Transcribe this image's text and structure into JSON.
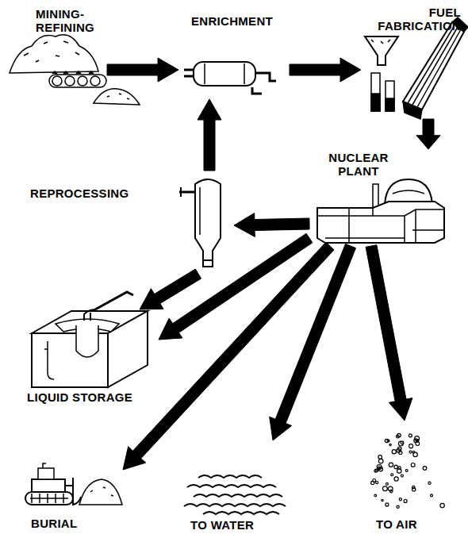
{
  "diagram": {
    "nodes": [
      {
        "text": [
          "MINING- REFINING"
        ]
      },
      {
        "text": [
          "ENRICHMENT"
        ]
      },
      {
        "text": [
          "FUEL FABRICATION"
        ]
      },
      {
        "text": [
          "NUCLEAR PLANT"
        ]
      },
      {
        "text": [
          "REPROCESSING"
        ]
      },
      {
        "text": [
          "LIQUID STORAGE"
        ]
      },
      {
        "text": [
          "BURIAL"
        ]
      },
      {
        "text": [
          "TO WATER"
        ]
      },
      {
        "text": [
          "TO AIR"
        ]
      }
    ],
    "edges": [
      {
        "from": 0,
        "to": 1,
        "arrow": "to"
      },
      {
        "from": 1,
        "to": 2,
        "arrow": "to"
      },
      {
        "from": 2,
        "to": 3,
        "arrow": "to"
      },
      {
        "from": 3,
        "to": 4,
        "arrow": "to"
      },
      {
        "from": 4,
        "to": 1,
        "arrow": "to"
      },
      {
        "from": 4,
        "to": 5,
        "arrow": "to"
      },
      {
        "from": 3,
        "to": 5,
        "arrow": "to"
      },
      {
        "from": 3,
        "to": 6,
        "arrow": "to"
      },
      {
        "from": 3,
        "to": 7,
        "arrow": "to"
      },
      {
        "from": 3,
        "to": 8,
        "arrow": "to"
      }
    ]
  }
}
